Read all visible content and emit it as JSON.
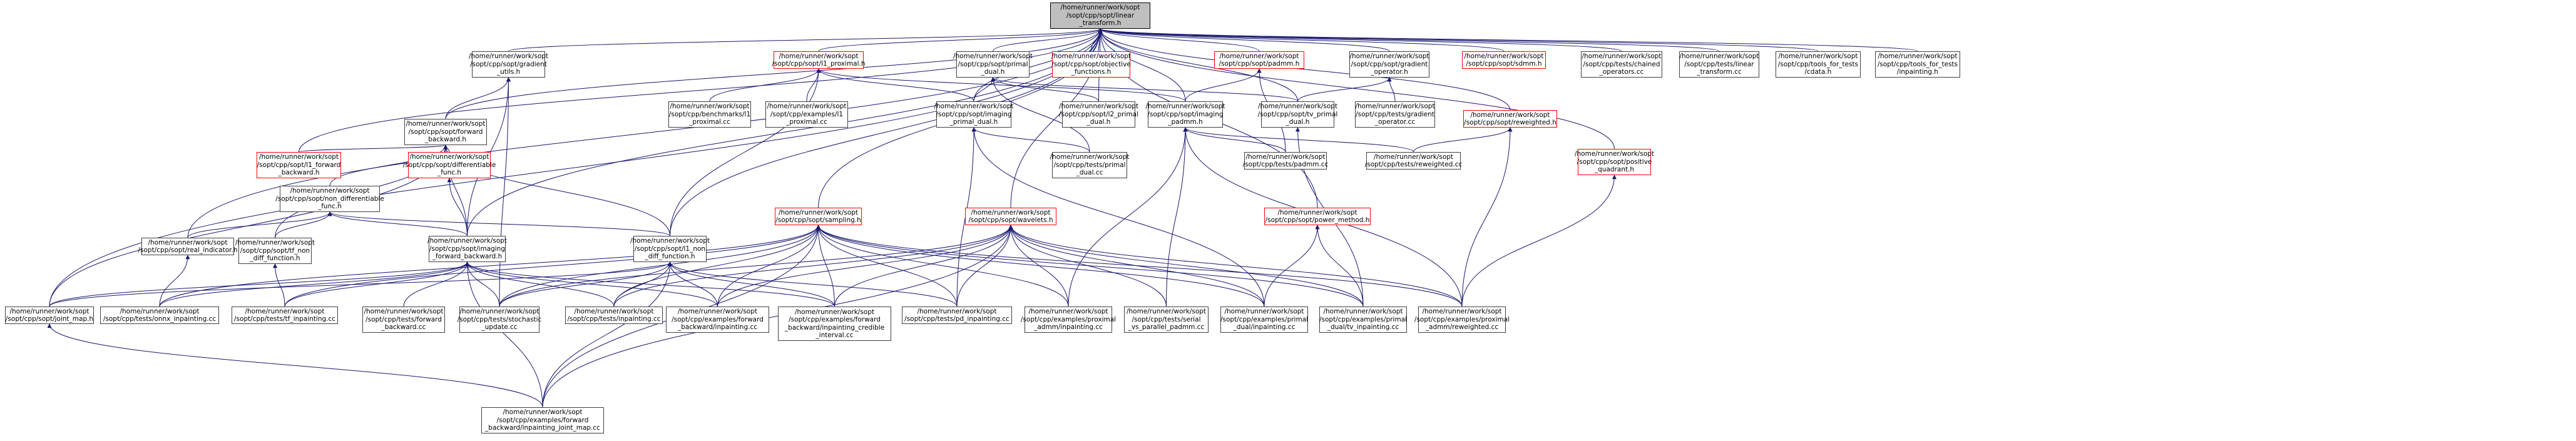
{
  "colors": {
    "edge": "#191970",
    "node_border": "#404040",
    "incomplete_border": "#ff0000",
    "root_fill": "#bfbfbf"
  },
  "nodes": [
    {
      "id": "root",
      "label": "/home/runner/work/sopt\n/sopt/cpp/sopt/linear\n_transform.h",
      "style": "root"
    },
    {
      "id": "gradient_utils",
      "label": "/home/runner/work/sopt\n/sopt/cpp/sopt/gradient\n_utils.h",
      "style": "normal"
    },
    {
      "id": "forward_backward",
      "label": "/home/runner/work/sopt\n/sopt/cpp/sopt/forward\n_backward.h",
      "style": "normal"
    },
    {
      "id": "l1_forward_backward",
      "label": "/home/runner/work/sopt\n/sopt/cpp/sopt/l1_forward\n_backward.h",
      "style": "red"
    },
    {
      "id": "non_differentiable_func",
      "label": "/home/runner/work/sopt\n/sopt/cpp/sopt/non_differentiable\n_func.h",
      "style": "normal"
    },
    {
      "id": "differentiable_func",
      "label": "/home/runner/work/sopt\n/sopt/cpp/sopt/differentiable\n_func.h",
      "style": "red"
    },
    {
      "id": "real_indicator",
      "label": "/home/runner/work/sopt\n/sopt/cpp/sopt/real_indicator.h",
      "style": "normal"
    },
    {
      "id": "tf_non_diff_function",
      "label": "/home/runner/work/sopt\n/sopt/cpp/sopt/tf_non\n_diff_function.h",
      "style": "normal"
    },
    {
      "id": "imaging_forward_backward",
      "label": "/home/runner/work/sopt\n/sopt/cpp/sopt/imaging\n_forward_backward.h",
      "style": "normal"
    },
    {
      "id": "l1_non_diff_function",
      "label": "/home/runner/work/sopt\n/sopt/cpp/sopt/l1_non\n_diff_function.h",
      "style": "normal"
    },
    {
      "id": "l1_proximal",
      "label": "/home/runner/work/sopt\n/sopt/cpp/sopt/l1_proximal.h",
      "style": "red"
    },
    {
      "id": "benchmarks_l1_proximal",
      "label": "/home/runner/work/sopt\n/sopt/cpp/benchmarks/l1\n_proximal.cc",
      "style": "normal"
    },
    {
      "id": "examples_l1_proximal",
      "label": "/home/runner/work/sopt\n/sopt/cpp/examples/l1\n_proximal.cc",
      "style": "normal"
    },
    {
      "id": "primal_dual",
      "label": "/home/runner/work/sopt\n/sopt/cpp/sopt/primal\n_dual.h",
      "style": "normal"
    },
    {
      "id": "imaging_primal_dual",
      "label": "/home/runner/work/sopt\n/sopt/cpp/sopt/imaging\n_primal_dual.h",
      "style": "normal"
    },
    {
      "id": "tests_primal_dual",
      "label": "/home/runner/work/sopt\n/sopt/cpp/tests/primal\n_dual.cc",
      "style": "normal"
    },
    {
      "id": "l2_primal_dual",
      "label": "/home/runner/work/sopt\n/sopt/cpp/sopt/l2_primal\n_dual.h",
      "style": "normal"
    },
    {
      "id": "objective_functions",
      "label": "/home/runner/work/sopt\n/sopt/cpp/sopt/objective\n_functions.h",
      "style": "red"
    },
    {
      "id": "padmm",
      "label": "/home/runner/work/sopt\n/sopt/cpp/sopt/padmm.h",
      "style": "red"
    },
    {
      "id": "imaging_padmm",
      "label": "/home/runner/work/sopt\n/sopt/cpp/sopt/imaging\n_padmm.h",
      "style": "normal"
    },
    {
      "id": "tests_padmm",
      "label": "/home/runner/work/sopt\n/sopt/cpp/tests/padmm.cc",
      "style": "normal"
    },
    {
      "id": "gradient_operator",
      "label": "/home/runner/work/sopt\n/sopt/cpp/sopt/gradient\n_operator.h",
      "style": "normal"
    },
    {
      "id": "tv_primal_dual",
      "label": "/home/runner/work/sopt\n/sopt/cpp/sopt/tv_primal\n_dual.h",
      "style": "normal"
    },
    {
      "id": "tests_gradient_operator",
      "label": "/home/runner/work/sopt\n/sopt/cpp/tests/gradient\n_operator.cc",
      "style": "normal"
    },
    {
      "id": "sdmm",
      "label": "/home/runner/work/sopt\n/sopt/cpp/sopt/sdmm.h",
      "style": "red"
    },
    {
      "id": "reweighted",
      "label": "/home/runner/work/sopt\n/sopt/cpp/sopt/reweighted.h",
      "style": "red"
    },
    {
      "id": "tests_reweighted",
      "label": "/home/runner/work/sopt\n/sopt/cpp/tests/reweighted.cc",
      "style": "normal"
    },
    {
      "id": "positive_quadrant",
      "label": "/home/runner/work/sopt\n/sopt/cpp/sopt/positive\n_quadrant.h",
      "style": "red"
    },
    {
      "id": "tests_chained_operators",
      "label": "/home/runner/work/sopt\n/sopt/cpp/tests/chained\n_operators.cc",
      "style": "normal"
    },
    {
      "id": "tests_linear_transform",
      "label": "/home/runner/work/sopt\n/sopt/cpp/tests/linear\n_transform.cc",
      "style": "normal"
    },
    {
      "id": "tools_for_tests_cdata",
      "label": "/home/runner/work/sopt\n/sopt/cpp/tools_for_tests\n/cdata.h",
      "style": "normal"
    },
    {
      "id": "tools_for_tests_inpainting",
      "label": "/home/runner/work/sopt\n/sopt/cpp/tools_for_tests\n/inpainting.h",
      "style": "normal"
    },
    {
      "id": "sampling",
      "label": "/home/runner/work/sopt\n/sopt/cpp/sopt/sampling.h",
      "style": "red"
    },
    {
      "id": "wavelets",
      "label": "/home/runner/work/sopt\n/sopt/cpp/sopt/wavelets.h",
      "style": "red"
    },
    {
      "id": "power_method",
      "label": "/home/runner/work/sopt\n/sopt/cpp/sopt/power_method.h",
      "style": "red"
    },
    {
      "id": "joint_map",
      "label": "/home/runner/work/sopt\n/sopt/cpp/sopt/joint_map.h",
      "style": "normal"
    },
    {
      "id": "tests_onnx_inpainting",
      "label": "/home/runner/work/sopt\n/sopt/cpp/tests/onnx_inpainting.cc",
      "style": "normal"
    },
    {
      "id": "tests_tf_inpainting",
      "label": "/home/runner/work/sopt\n/sopt/cpp/tests/tf_inpainting.cc",
      "style": "normal"
    },
    {
      "id": "tests_forward_backward",
      "label": "/home/runner/work/sopt\n/sopt/cpp/tests/forward\n_backward.cc",
      "style": "normal"
    },
    {
      "id": "tests_stochastic_update",
      "label": "/home/runner/work/sopt\n/sopt/cpp/tests/stochastic\n_update.cc",
      "style": "normal"
    },
    {
      "id": "tests_inpainting",
      "label": "/home/runner/work/sopt\n/sopt/cpp/tests/inpainting.cc",
      "style": "normal"
    },
    {
      "id": "examples_fb_inpainting",
      "label": "/home/runner/work/sopt\n/sopt/cpp/examples/forward\n_backward/inpainting.cc",
      "style": "normal"
    },
    {
      "id": "examples_fb_credible",
      "label": "/home/runner/work/sopt\n/sopt/cpp/examples/forward\n_backward/inpainting_credible\n_interval.cc",
      "style": "normal"
    },
    {
      "id": "tests_pd_inpainting",
      "label": "/home/runner/work/sopt\n/sopt/cpp/tests/pd_inpainting.cc",
      "style": "normal"
    },
    {
      "id": "examples_proximal_admm_inpainting",
      "label": "/home/runner/work/sopt\n/sopt/cpp/examples/proximal\n_admm/inpainting.cc",
      "style": "normal"
    },
    {
      "id": "tests_serial_vs_parallel_padmm",
      "label": "/home/runner/work/sopt\n/sopt/cpp/tests/serial\n_vs_parallel_padmm.cc",
      "style": "normal"
    },
    {
      "id": "examples_primal_dual_inpainting",
      "label": "/home/runner/work/sopt\n/sopt/cpp/examples/primal\n_dual/inpainting.cc",
      "style": "normal"
    },
    {
      "id": "examples_primal_dual_tv_inpainting",
      "label": "/home/runner/work/sopt\n/sopt/cpp/examples/primal\n_dual/tv_inpainting.cc",
      "style": "normal"
    },
    {
      "id": "examples_proximal_admm_reweighted",
      "label": "/home/runner/work/sopt\n/sopt/cpp/examples/proximal\n_admm/reweighted.cc",
      "style": "normal"
    },
    {
      "id": "examples_fb_joint_map",
      "label": "/home/runner/work/sopt\n/sopt/cpp/examples/forward\n_backward/inpainting_joint_map.cc",
      "style": "normal"
    }
  ],
  "edges": [
    [
      "gradient_utils",
      "root"
    ],
    [
      "forward_backward",
      "root"
    ],
    [
      "l1_forward_backward",
      "root"
    ],
    [
      "l1_proximal",
      "root"
    ],
    [
      "primal_dual",
      "root"
    ],
    [
      "objective_functions",
      "root"
    ],
    [
      "padmm",
      "root"
    ],
    [
      "imaging_padmm",
      "root"
    ],
    [
      "gradient_operator",
      "root"
    ],
    [
      "tv_primal_dual",
      "root"
    ],
    [
      "sdmm",
      "root"
    ],
    [
      "reweighted",
      "root"
    ],
    [
      "positive_quadrant",
      "root"
    ],
    [
      "tests_chained_operators",
      "root"
    ],
    [
      "tests_linear_transform",
      "root"
    ],
    [
      "tools_for_tests_cdata",
      "root"
    ],
    [
      "tools_for_tests_inpainting",
      "root"
    ],
    [
      "sampling",
      "root"
    ],
    [
      "wavelets",
      "root"
    ],
    [
      "power_method",
      "root"
    ],
    [
      "joint_map",
      "root"
    ],
    [
      "imaging_forward_backward",
      "root"
    ],
    [
      "l1_non_diff_function",
      "root"
    ],
    [
      "l2_primal_dual",
      "root"
    ],
    [
      "imaging_primal_dual",
      "root"
    ],
    [
      "real_indicator",
      "root"
    ],
    [
      "forward_backward",
      "gradient_utils"
    ],
    [
      "imaging_forward_backward",
      "gradient_utils"
    ],
    [
      "tests_stochastic_update",
      "gradient_utils"
    ],
    [
      "l1_forward_backward",
      "forward_backward"
    ],
    [
      "non_differentiable_func",
      "forward_backward"
    ],
    [
      "differentiable_func",
      "forward_backward"
    ],
    [
      "imaging_forward_backward",
      "forward_backward"
    ],
    [
      "tf_non_diff_function",
      "forward_backward"
    ],
    [
      "l1_non_diff_function",
      "forward_backward"
    ],
    [
      "joint_map",
      "forward_backward"
    ],
    [
      "real_indicator",
      "non_differentiable_func"
    ],
    [
      "tf_non_diff_function",
      "non_differentiable_func"
    ],
    [
      "imaging_forward_backward",
      "non_differentiable_func"
    ],
    [
      "l1_non_diff_function",
      "non_differentiable_func"
    ],
    [
      "imaging_forward_backward",
      "differentiable_func"
    ],
    [
      "tests_onnx_inpainting",
      "real_indicator"
    ],
    [
      "tests_tf_inpainting",
      "tf_non_diff_function"
    ],
    [
      "joint_map",
      "imaging_forward_backward"
    ],
    [
      "tests_onnx_inpainting",
      "imaging_forward_backward"
    ],
    [
      "tests_tf_inpainting",
      "imaging_forward_backward"
    ],
    [
      "tests_forward_backward",
      "imaging_forward_backward"
    ],
    [
      "tests_stochastic_update",
      "imaging_forward_backward"
    ],
    [
      "tests_inpainting",
      "imaging_forward_backward"
    ],
    [
      "examples_fb_inpainting",
      "imaging_forward_backward"
    ],
    [
      "examples_fb_credible",
      "imaging_forward_backward"
    ],
    [
      "examples_fb_joint_map",
      "imaging_forward_backward"
    ],
    [
      "joint_map",
      "l1_non_diff_function"
    ],
    [
      "tests_stochastic_update",
      "l1_non_diff_function"
    ],
    [
      "tests_inpainting",
      "l1_non_diff_function"
    ],
    [
      "examples_fb_inpainting",
      "l1_non_diff_function"
    ],
    [
      "examples_fb_credible",
      "l1_non_diff_function"
    ],
    [
      "examples_fb_joint_map",
      "l1_non_diff_function"
    ],
    [
      "tests_pd_inpainting",
      "l1_non_diff_function"
    ],
    [
      "benchmarks_l1_proximal",
      "l1_proximal"
    ],
    [
      "examples_l1_proximal",
      "l1_proximal"
    ],
    [
      "imaging_primal_dual",
      "l1_proximal"
    ],
    [
      "l1_non_diff_function",
      "l1_proximal"
    ],
    [
      "imaging_padmm",
      "l1_proximal"
    ],
    [
      "imaging_primal_dual",
      "primal_dual"
    ],
    [
      "l2_primal_dual",
      "primal_dual"
    ],
    [
      "tests_primal_dual",
      "primal_dual"
    ],
    [
      "tv_primal_dual",
      "primal_dual"
    ],
    [
      "tests_primal_dual",
      "imaging_primal_dual"
    ],
    [
      "tests_pd_inpainting",
      "imaging_primal_dual"
    ],
    [
      "examples_primal_dual_inpainting",
      "imaging_primal_dual"
    ],
    [
      "imaging_padmm",
      "padmm"
    ],
    [
      "tests_padmm",
      "padmm"
    ],
    [
      "tests_padmm",
      "imaging_padmm"
    ],
    [
      "tests_reweighted",
      "imaging_padmm"
    ],
    [
      "examples_proximal_admm_inpainting",
      "imaging_padmm"
    ],
    [
      "tests_serial_vs_parallel_padmm",
      "imaging_padmm"
    ],
    [
      "examples_proximal_admm_reweighted",
      "imaging_padmm"
    ],
    [
      "tv_primal_dual",
      "gradient_operator"
    ],
    [
      "tests_gradient_operator",
      "gradient_operator"
    ],
    [
      "examples_primal_dual_tv_inpainting",
      "tv_primal_dual"
    ],
    [
      "tests_reweighted",
      "reweighted"
    ],
    [
      "examples_proximal_admm_reweighted",
      "reweighted"
    ],
    [
      "examples_proximal_admm_reweighted",
      "positive_quadrant"
    ],
    [
      "tests_onnx_inpainting",
      "sampling"
    ],
    [
      "tests_tf_inpainting",
      "sampling"
    ],
    [
      "tests_stochastic_update",
      "sampling"
    ],
    [
      "tests_inpainting",
      "sampling"
    ],
    [
      "examples_fb_inpainting",
      "sampling"
    ],
    [
      "examples_fb_credible",
      "sampling"
    ],
    [
      "examples_fb_joint_map",
      "sampling"
    ],
    [
      "tests_pd_inpainting",
      "sampling"
    ],
    [
      "examples_proximal_admm_inpainting",
      "sampling"
    ],
    [
      "examples_primal_dual_inpainting",
      "sampling"
    ],
    [
      "examples_primal_dual_tv_inpainting",
      "sampling"
    ],
    [
      "examples_proximal_admm_reweighted",
      "sampling"
    ],
    [
      "tests_stochastic_update",
      "wavelets"
    ],
    [
      "tests_inpainting",
      "wavelets"
    ],
    [
      "examples_fb_inpainting",
      "wavelets"
    ],
    [
      "examples_fb_credible",
      "wavelets"
    ],
    [
      "examples_fb_joint_map",
      "wavelets"
    ],
    [
      "tests_pd_inpainting",
      "wavelets"
    ],
    [
      "examples_proximal_admm_inpainting",
      "wavelets"
    ],
    [
      "tests_serial_vs_parallel_padmm",
      "wavelets"
    ],
    [
      "examples_primal_dual_inpainting",
      "wavelets"
    ],
    [
      "examples_primal_dual_tv_inpainting",
      "wavelets"
    ],
    [
      "examples_proximal_admm_reweighted",
      "wavelets"
    ],
    [
      "examples_primal_dual_inpainting",
      "power_method"
    ],
    [
      "examples_primal_dual_tv_inpainting",
      "power_method"
    ],
    [
      "examples_fb_joint_map",
      "joint_map"
    ]
  ]
}
